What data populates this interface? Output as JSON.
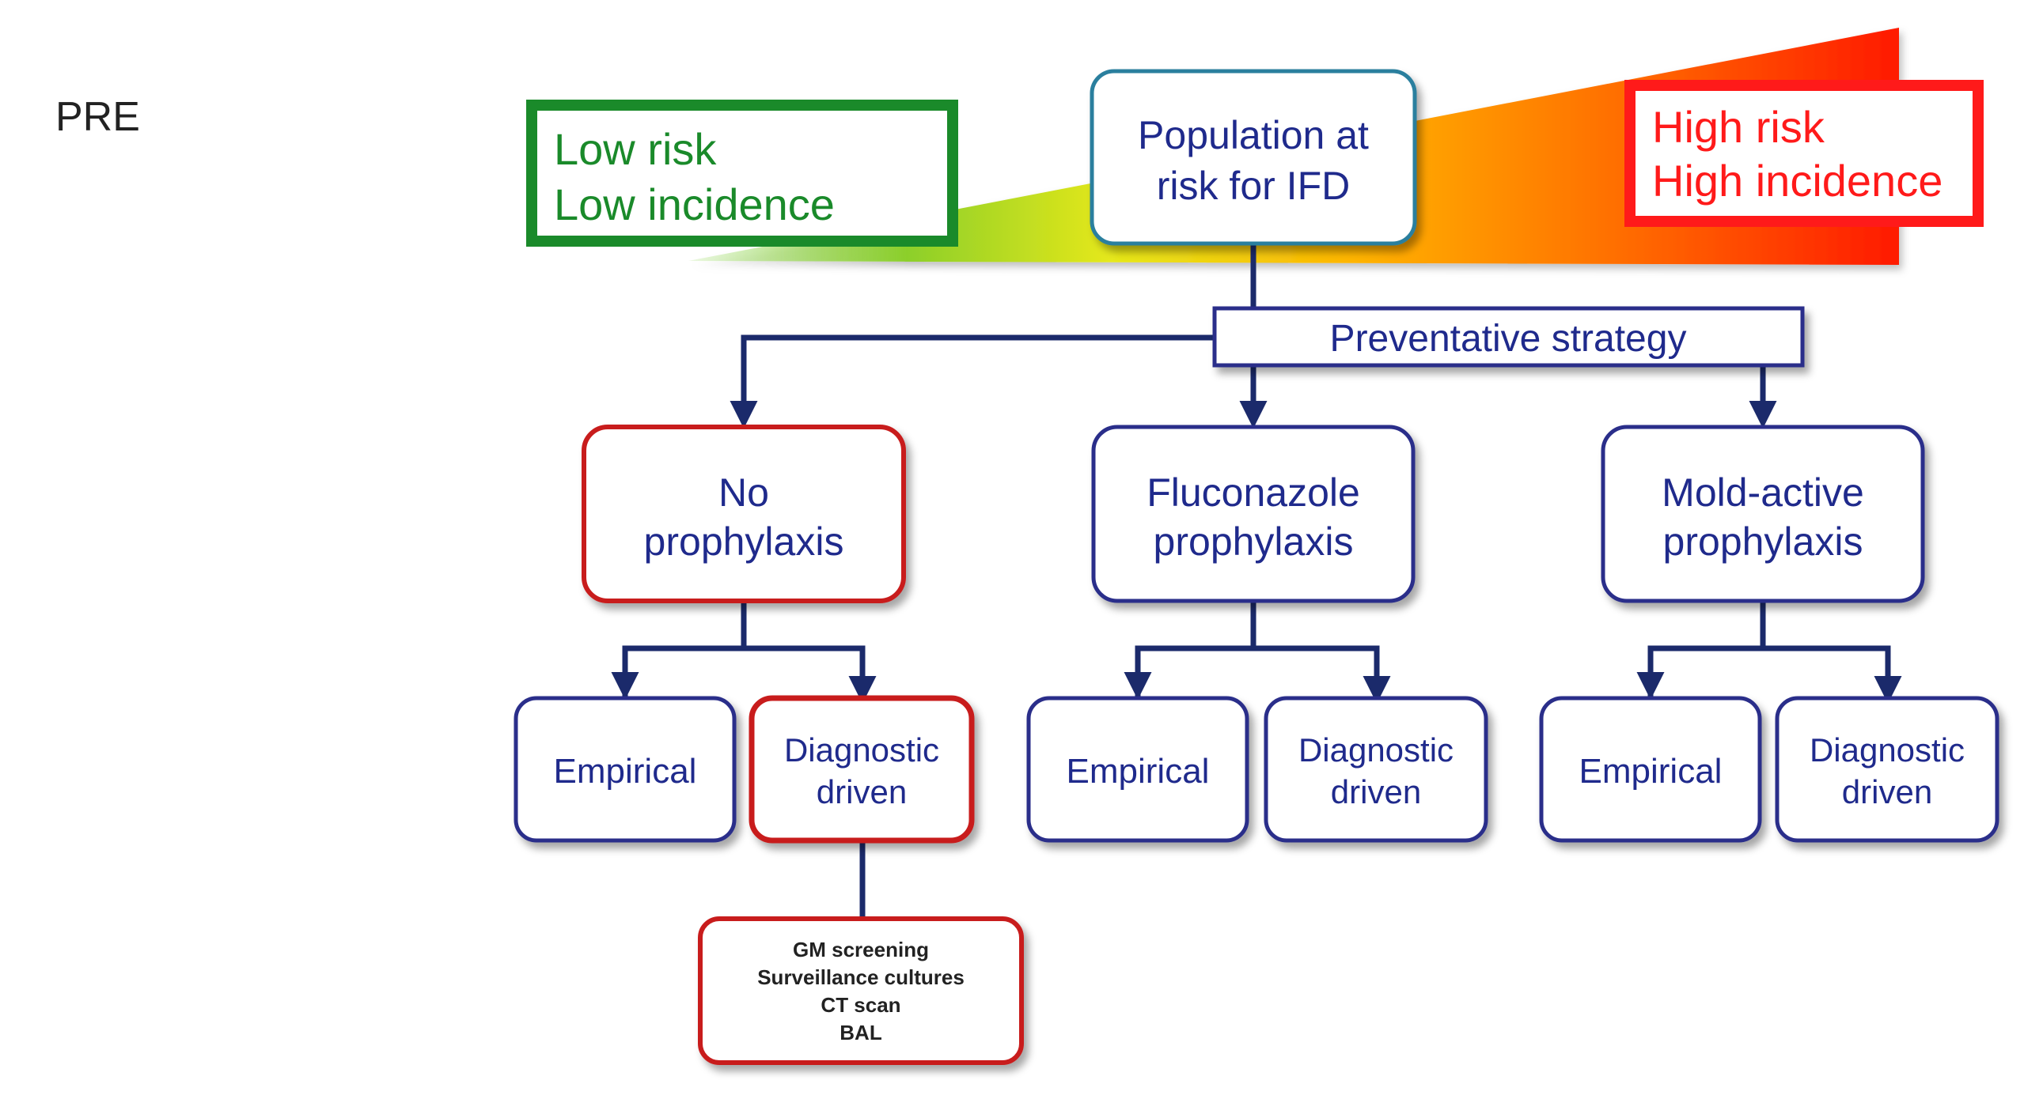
{
  "label": "PRE",
  "colors": {
    "node_border_blue": "#2b2f8a",
    "node_border_red": "#c81e1e",
    "node_border_teal": "#2a7f9e",
    "text_blue": "#1f2a8c",
    "low_risk_green": "#1a8a2a",
    "high_risk_red": "#ff1a1a",
    "connector": "#1b2a6b"
  },
  "risk": {
    "low": {
      "line1": "Low risk",
      "line2": "Low incidence"
    },
    "high": {
      "line1": "High risk",
      "line2": "High incidence"
    }
  },
  "nodes": {
    "population": {
      "line1": "Population  at",
      "line2": "risk for IFD"
    },
    "strategy": "Preventative  strategy",
    "no_prophylaxis": {
      "line1": "No",
      "line2": "prophylaxis"
    },
    "fluconazole": {
      "line1": "Fluconazole",
      "line2": "prophylaxis"
    },
    "mold_active": {
      "line1": "Mold-active",
      "line2": "prophylaxis"
    },
    "empirical_1": "Empirical",
    "diagnostic_1": {
      "line1": "Diagnostic",
      "line2": "driven"
    },
    "empirical_2": "Empirical",
    "diagnostic_2": {
      "line1": "Diagnostic",
      "line2": "driven"
    },
    "empirical_3": "Empirical",
    "diagnostic_3": {
      "line1": "Diagnostic",
      "line2": "driven"
    },
    "diagnostics_list": [
      "GM screening",
      "Surveillance cultures",
      "CT scan",
      "BAL"
    ]
  }
}
